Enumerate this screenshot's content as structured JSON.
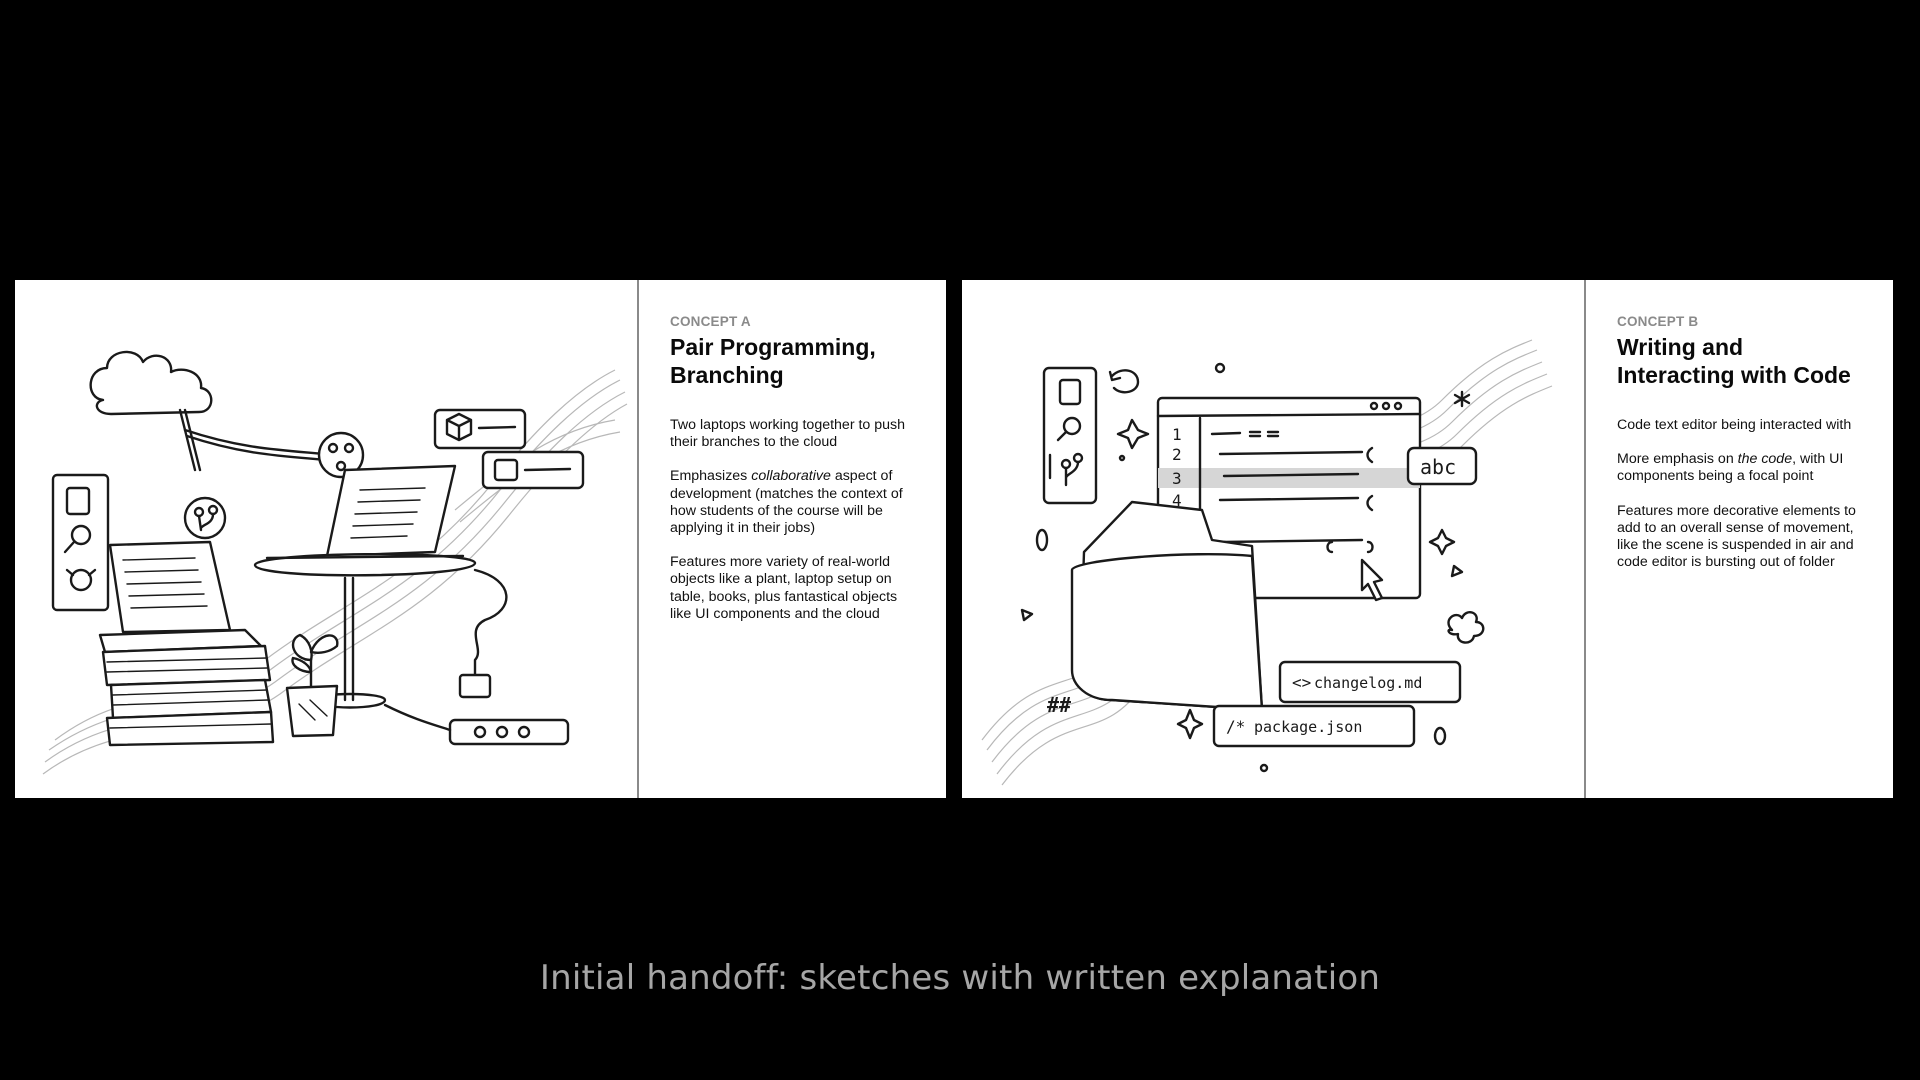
{
  "concepts": [
    {
      "kicker": "CONCEPT A",
      "title_line1": "Pair Programming,",
      "title_line2": "Branching",
      "p1": "Two laptops working together to push their branches to the cloud",
      "p2_before": "Emphasizes ",
      "p2_em": "collaborative",
      "p2_after": " aspect of development (matches the context of how students of the course will be applying it in their jobs)",
      "p3": "Features more variety of real-world objects like a plant, laptop setup on table, books, plus fantastical objects like UI components and the cloud"
    },
    {
      "kicker": "CONCEPT B",
      "title_line1": "Writing and",
      "title_line2": "Interacting with Code",
      "p1": "Code text editor being interacted with",
      "p2_before": "More emphasis on ",
      "p2_em": "the code",
      "p2_after": ", with UI components being a focal point",
      "p3": "Features more decorative elements to add to an overall sense of movement, like the scene is suspended in air and code editor is bursting out of folder"
    }
  ],
  "sketch_b_labels": {
    "abc": "abc",
    "file1": "changelog.md",
    "file2": "package.json",
    "line_numbers": [
      "1",
      "2",
      "3",
      "4"
    ],
    "hash": "##"
  },
  "caption": "Initial handoff: sketches with written explanation"
}
